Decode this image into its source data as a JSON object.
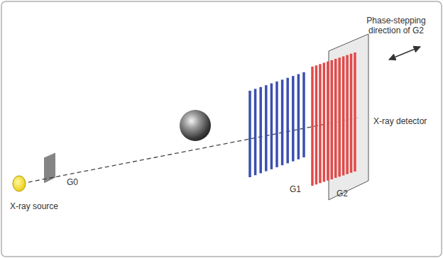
{
  "diagram": {
    "labels": [
      "Phase-stepping direction of G2",
      "X-ray detector",
      "G0",
      "G1",
      "G2",
      "X-ray source"
    ]
  }
}
